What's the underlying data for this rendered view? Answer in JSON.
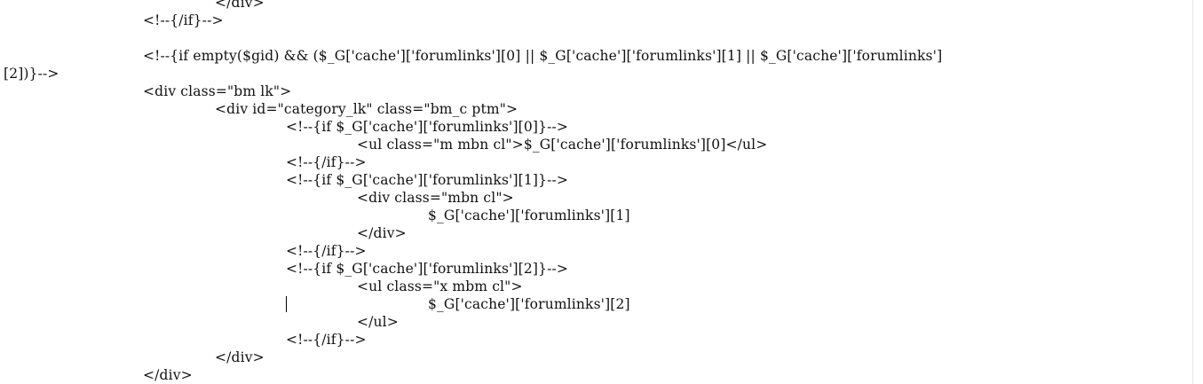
{
  "code_lines": [
    "</div>",
    "<!--{/if}-->",
    "",
    "<!--{if empty($gid) && ($_G['cache']['forumlinks'][0] || $_G['cache']['forumlinks'][1] || $_G['cache']['forumlinks']",
    "[2])}-->",
    "",
    "<div class=\"bm lk\">",
    "<div id=\"category_lk\" class=\"bm_c ptm\">",
    "<!--{if $_G['cache']['forumlinks'][0]}-->",
    "<ul class=\"m mbn cl\">$_G['cache']['forumlinks'][0]</ul>",
    "<!--{/if}-->",
    "<!--{if $_G['cache']['forumlinks'][1]}-->",
    "<div class=\"mbn cl\">",
    "$_G['cache']['forumlinks'][1]",
    "</div>",
    "<!--{/if}-->",
    "<!--{if $_G['cache']['forumlinks'][2]}-->",
    "<ul class=\"x mbm cl\">",
    "$_G['cache']['forumlinks'][2]",
    "</ul>",
    "<!--{/if}-->",
    "</div>",
    "</div>"
  ]
}
